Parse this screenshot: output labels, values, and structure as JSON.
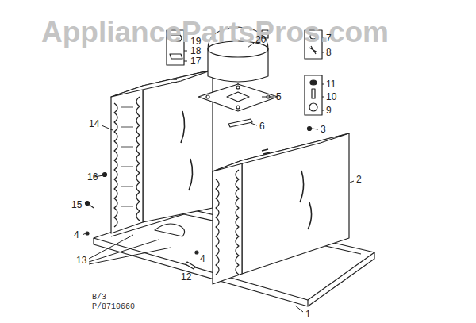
{
  "diagram": {
    "labels": [
      "AppliancePartsPros.com",
      "19",
      "18",
      "17",
      "20",
      "7",
      "8",
      "11",
      "10",
      "9",
      "5",
      "6",
      "3",
      "14",
      "2",
      "16",
      "15",
      "4",
      "13",
      "4",
      "12",
      "1",
      "B/3",
      "P/8710660"
    ]
  }
}
